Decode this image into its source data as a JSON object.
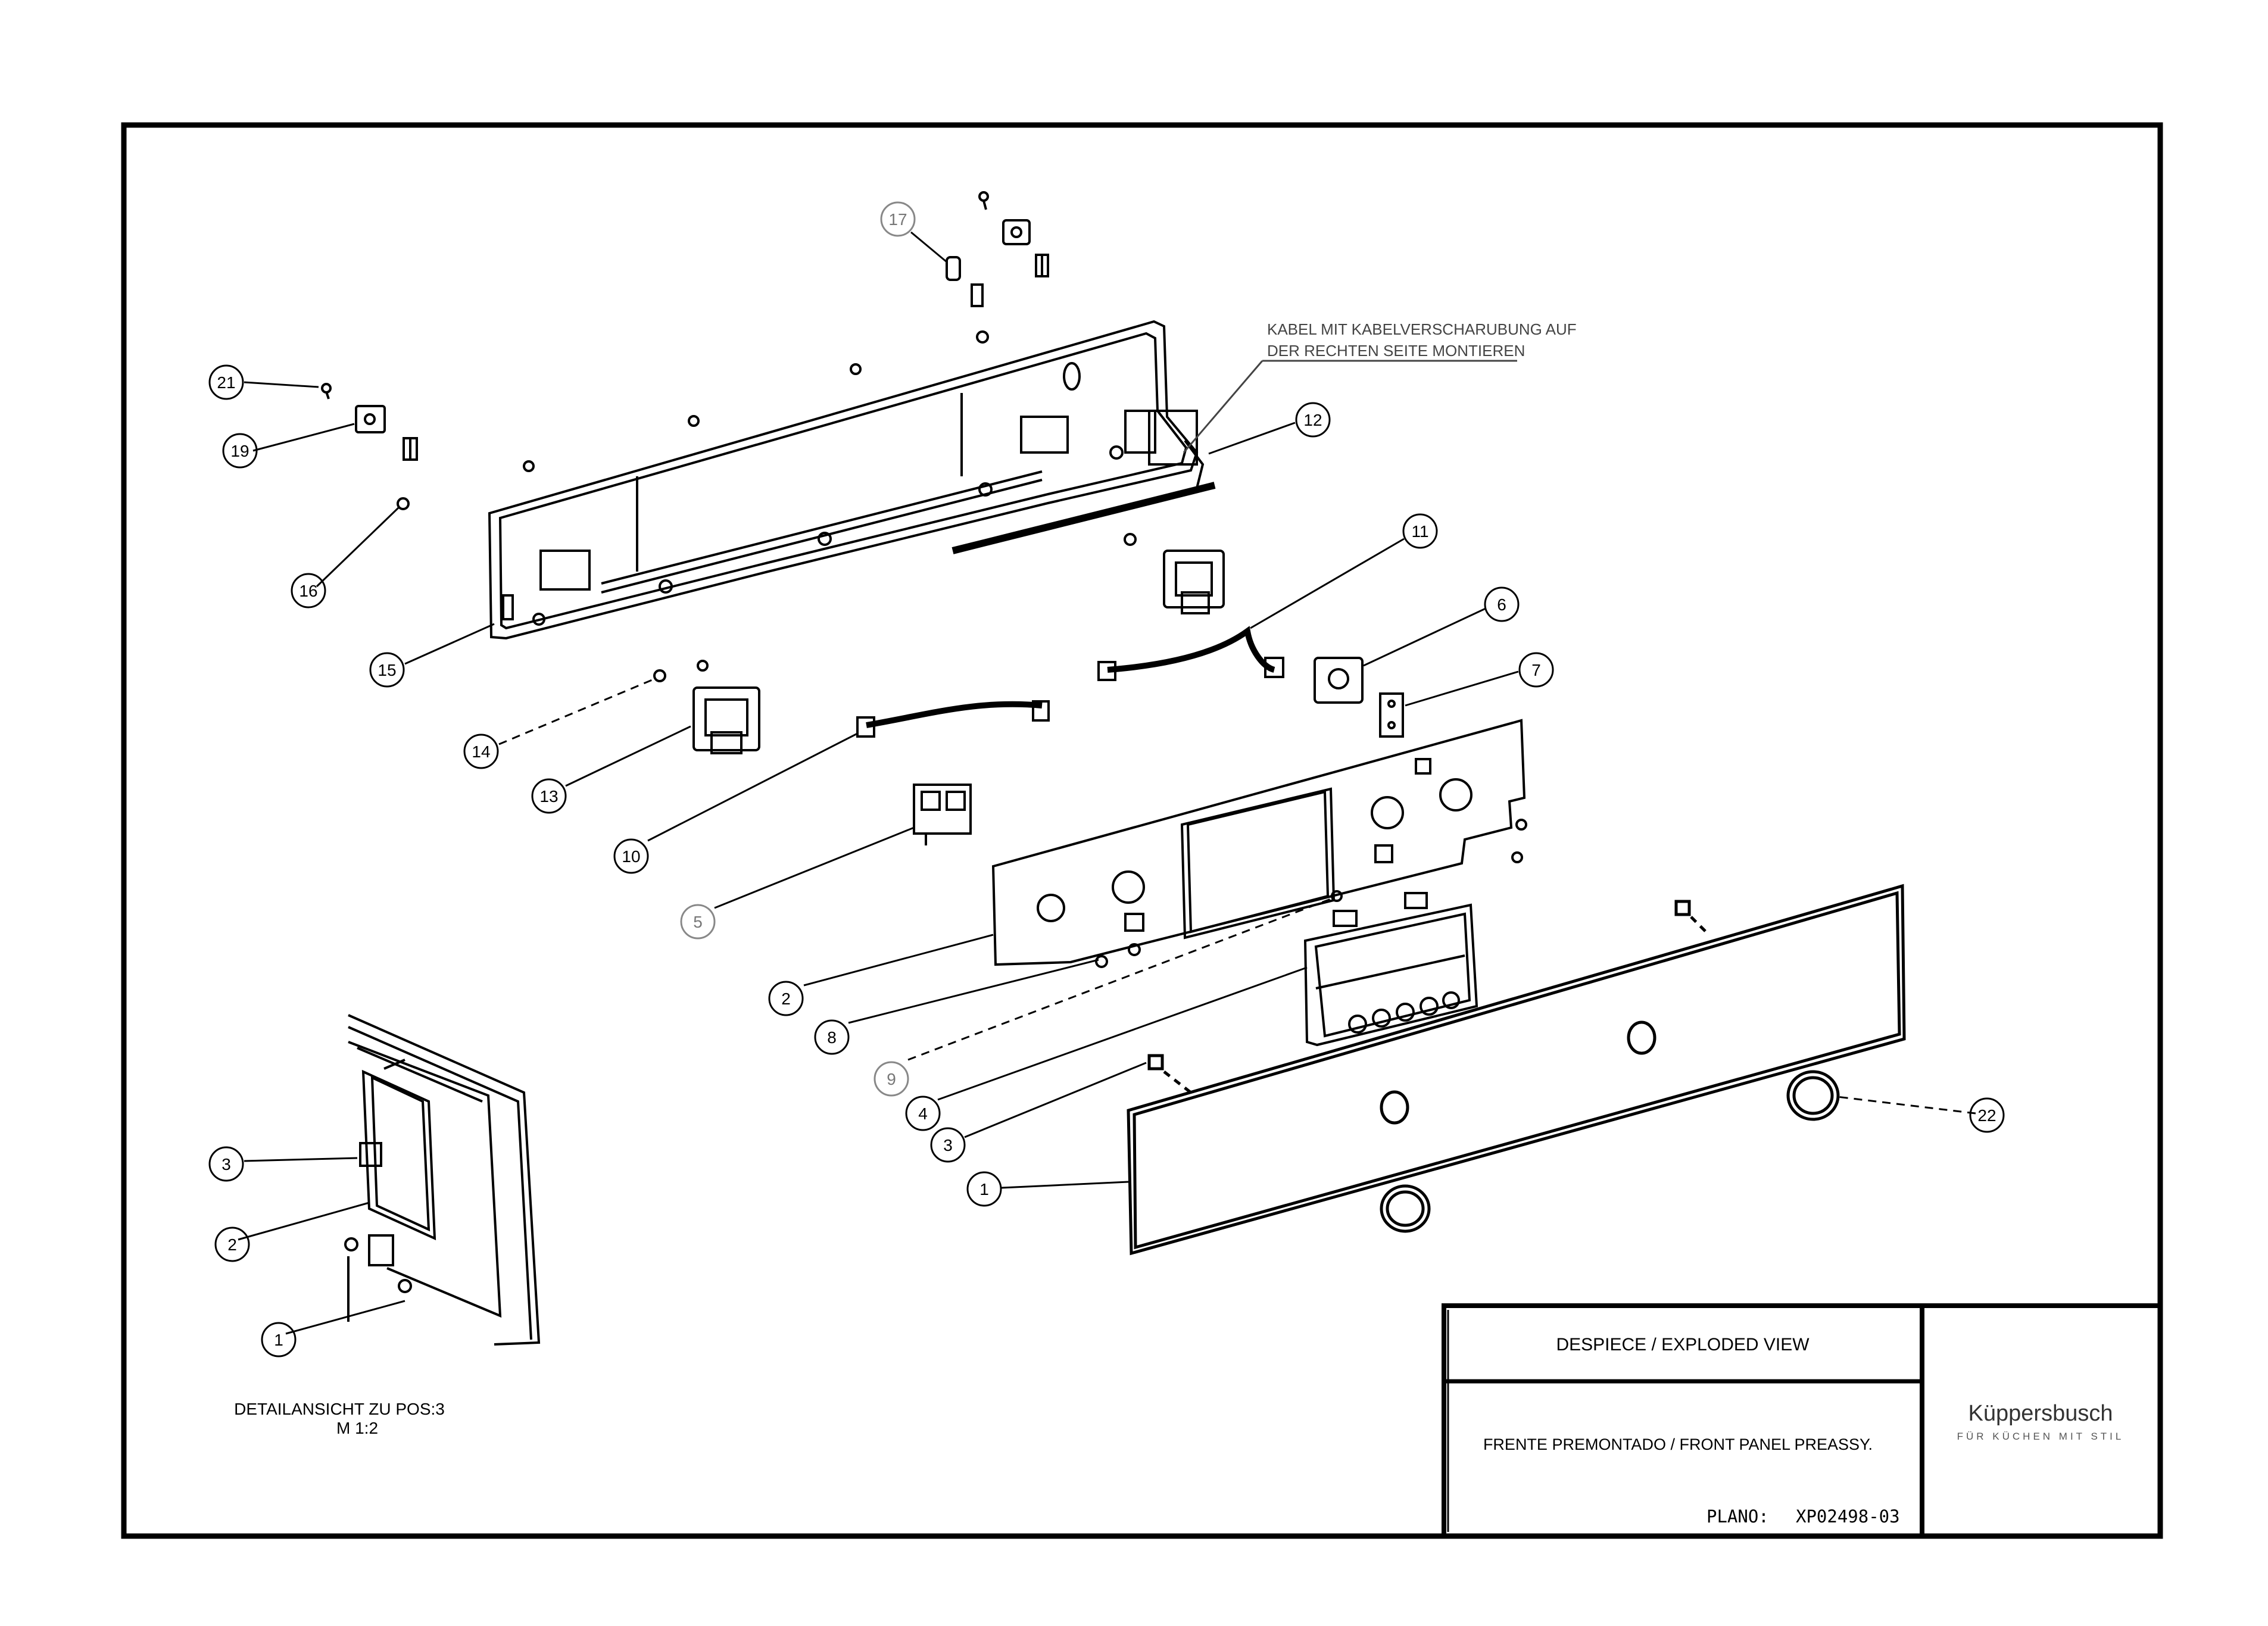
{
  "note": {
    "line1": "KABEL MIT KABELVERSCHARUBUNG AUF",
    "line2": "DER RECHTEN SEITE MONTIEREN"
  },
  "detail": {
    "line1": "DETAILANSICHT ZU POS:3",
    "line2": "M 1:2"
  },
  "title_block": {
    "title": "DESPIECE / EXPLODED VIEW",
    "subtitle": "FRENTE PREMONTADO / FRONT PANEL PREASSY.",
    "plano_label": "PLANO:",
    "plano_number": "XP02498-03",
    "brand": "Küppersbusch",
    "slogan": "FÜR KÜCHEN MIT STIL"
  },
  "callouts": [
    {
      "id": "c17",
      "label": "17"
    },
    {
      "id": "c21",
      "label": "21"
    },
    {
      "id": "c19",
      "label": "19"
    },
    {
      "id": "c16",
      "label": "16"
    },
    {
      "id": "c15",
      "label": "15"
    },
    {
      "id": "c12",
      "label": "12"
    },
    {
      "id": "c11",
      "label": "11"
    },
    {
      "id": "c6",
      "label": "6"
    },
    {
      "id": "c7",
      "label": "7"
    },
    {
      "id": "c14",
      "label": "14"
    },
    {
      "id": "c13",
      "label": "13"
    },
    {
      "id": "c10",
      "label": "10"
    },
    {
      "id": "c5",
      "label": "5"
    },
    {
      "id": "c2a",
      "label": "2"
    },
    {
      "id": "c8",
      "label": "8"
    },
    {
      "id": "c9",
      "label": "9"
    },
    {
      "id": "c4",
      "label": "4"
    },
    {
      "id": "c3a",
      "label": "3"
    },
    {
      "id": "c1a",
      "label": "1"
    },
    {
      "id": "c22",
      "label": "22"
    },
    {
      "id": "c3b",
      "label": "3"
    },
    {
      "id": "c2b",
      "label": "2"
    },
    {
      "id": "c1b",
      "label": "1"
    }
  ]
}
